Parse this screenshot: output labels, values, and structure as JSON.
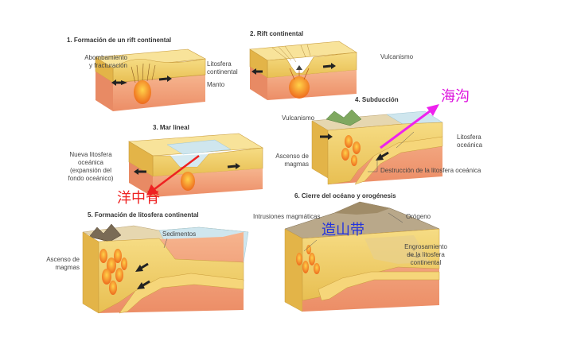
{
  "panels": {
    "p1": {
      "title": "1. Formación de un rift continental",
      "label_uplift_1": "Abombamiento",
      "label_uplift_2": "y fracturación",
      "label_litho_1": "Litosfera",
      "label_litho_2": "continental",
      "label_mantle": "Manto"
    },
    "p2": {
      "title": "2. Rift continental",
      "label_volcanism": "Vulcanismo"
    },
    "p3": {
      "title": "3. Mar lineal",
      "label_new_1": "Nueva litosfera",
      "label_new_2": "oceánica",
      "label_new_3": "(expansión del",
      "label_new_4": "fondo oceánico)"
    },
    "p4": {
      "title": "4. Subducción",
      "label_volcanism": "Vulcanismo",
      "label_ascent_1": "Ascenso de",
      "label_ascent_2": "magmas",
      "label_oceanic_1": "Litosfera",
      "label_oceanic_2": "oceánica",
      "label_destruction": "Destrucción de la litosfera oceánica"
    },
    "p5": {
      "title": "5. Formación de litosfera continental",
      "label_sediments": "Sedimentos",
      "label_ascent_1": "Ascenso de",
      "label_ascent_2": "magmas"
    },
    "p6": {
      "title": "6. Cierre del océano y orogénesis",
      "label_intrusions": "Intrusiones magmáticas",
      "label_orogen": "Orógeno",
      "label_thick_1": "Engrosamiento",
      "label_thick_2": "de la litosfera",
      "label_thick_3": "continental"
    }
  },
  "annotations": {
    "trench": "海沟",
    "ridge": "洋中脊",
    "orogenic_belt": "造山带"
  },
  "colors": {
    "crust": "#f2cf6a",
    "crust_dark": "#d9a93f",
    "mantle": "#f0a27a",
    "mantle_dark": "#e38560",
    "ocean": "#cfe6ee",
    "magma": "#f07a2a",
    "sediment": "#e6d7b0",
    "mountain": "#b9a88a",
    "arrow_magenta": "#ee22ee",
    "arrow_red": "#ee2222",
    "label_magenta": "#dd11dd",
    "label_red": "#ee2222",
    "label_blue": "#2233dd"
  }
}
